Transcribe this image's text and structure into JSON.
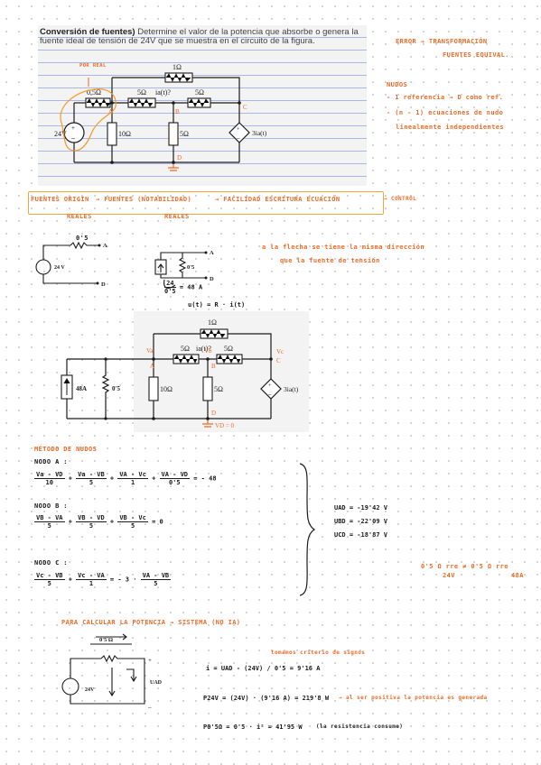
{
  "problem": {
    "title": "Conversión de fuentes)",
    "text": " Determine el valor de la potencia que absorbe o genera la fuente ideal de tensión de 24V que se muestra en el circuito de la figura."
  },
  "circuit1": {
    "r_1": "1Ω",
    "r_05": "0,5Ω",
    "r_5a": "5Ω",
    "ia": "ia(t)?",
    "r_5b": "5Ω",
    "node_a": "A",
    "node_b": "B",
    "node_c": "C",
    "node_d": "D",
    "v24": "24V",
    "r_10": "10Ω",
    "r_5c": "5Ω",
    "dep": "3ia(t)"
  },
  "notes_top": {
    "por_real": "POR REAL",
    "erroa": "ERROR → TRANSFORMACIÓN",
    "fuentes_equival": "FUENTES EQUIVAL.",
    "nudos": "NUDOS",
    "ref": "- 1 referencia → D como ref.",
    "n1": "- (n - 1) ecuaciones de nudo",
    "indep": "linealmente independientes"
  },
  "banner": {
    "a": "FUENTES ORIGIN",
    "a2": "REALES",
    "b": "→ FUENTES (NOTABILIDAD)",
    "b2": "REALES",
    "c": "→ FACILIDAD ESCRITURA ECUACIÓN",
    "d": "→ CONTROL"
  },
  "conversion": {
    "r05": "0'5",
    "a": "A",
    "v24": "24 V",
    "d": "D",
    "a2": "A",
    "r05b": "0'5",
    "d2": "D",
    "calc_num": "24",
    "calc_den": "0'5",
    "calc_res": "= 48 A",
    "law": "u(t) = R · i(t)",
    "note1": "a la flecha se tiene la misma dirección",
    "note2": "que la fuente de tensión"
  },
  "circuit2": {
    "r_1": "1Ω",
    "va": "Va",
    "vb": "Vb",
    "vc": "Vc",
    "r_5a": "5Ω",
    "ia": "ia(t)?",
    "r_5b": "5Ω",
    "node_a": "A",
    "node_b": "B",
    "node_c": "C",
    "i48": "48A",
    "r05": "0'5",
    "r_10": "10Ω",
    "r_5c": "5Ω",
    "dep": "3ia(t)",
    "node_d": "D",
    "vd": "VD = 0"
  },
  "nodes": {
    "title": "MÉTODO DE NUDOS",
    "nodo_a": "NODO A :",
    "eqA": {
      "t1n": "Va - VD",
      "t1d": "10",
      "t2n": "Va - VB",
      "t2d": "5",
      "t3n": "VA - Vc",
      "t3d": "1",
      "t4n": "VA - VD",
      "t4d": "0'5",
      "rhs": "= - 48"
    },
    "nodo_b": "NODO B :",
    "eqB": {
      "t1n": "VB - VA",
      "t1d": "5",
      "t2n": "VB - VD",
      "t2d": "5",
      "t3n": "VB - Vc",
      "t3d": "5",
      "rhs": "= 0"
    },
    "nodo_c": "NODO C :",
    "eqC": {
      "t1n": "Vc - VB",
      "t1d": "5",
      "t2n": "Vc - VA",
      "t2d": "1",
      "mid": "= - 3 ·",
      "t3n": "VA - VB",
      "t3d": "5"
    },
    "sol1": "UAD = -19'42 V",
    "sol2": "UBD = -22'09 V",
    "sol3": "UCD = -18'87 V",
    "cmp1": "0'5 Ω rre  ≠  0'5 Ω rre",
    "cmp2a": "24V",
    "cmp2b": "48A"
  },
  "power": {
    "title": "PARA CALCULAR LA POTENCIA → SISTEMA (NO IA)",
    "r05": "0'5 Ω",
    "v24": "24V",
    "uad": "UAD",
    "note": "tomamos criterio de signos",
    "eq1": "i = UAD - (24V) / 0'5 = 9'16 A",
    "eq2": "P24V = (24V) · (9'16 A) = 219'8 W",
    "eq2note": "→ al ser positiva la potencia es generada",
    "eq3": "P0'5Ω = 0'5 · i² = 41'95 W",
    "eq3note": "(la resistencia consume)"
  }
}
